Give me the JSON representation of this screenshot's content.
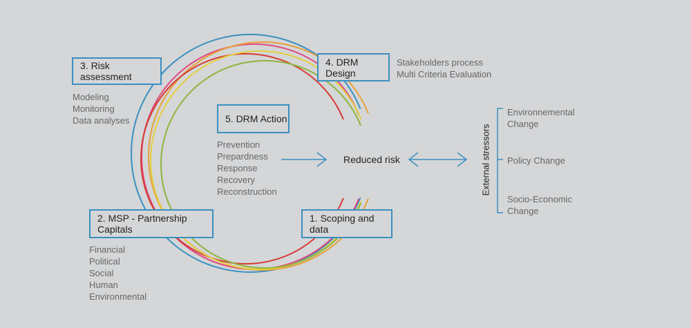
{
  "colors": {
    "box_border": "#3a8fc0",
    "arrow": "#3a8fc0",
    "rings": [
      "#3a8fc0",
      "#e0497f",
      "#e8a03a",
      "#d63a32",
      "#e3cf3e",
      "#8fb53c"
    ]
  },
  "boxes": {
    "risk_assessment": "3. Risk assessment",
    "drm_design": "4. DRM Design",
    "drm_action": "5. DRM Action",
    "msp": "2. MSP - Partnership Capitals",
    "scoping": "1. Scoping and data"
  },
  "risk_assessment_items": [
    "Modeling",
    "Monitoring",
    "Data analyses"
  ],
  "drm_design_items": [
    "Stakeholders process",
    "Multi Criteria Evaluation"
  ],
  "drm_action_items": [
    "Prevention",
    "Prepardness",
    "Response",
    "Recovery",
    "Reconstruction"
  ],
  "msp_items": [
    "Financial",
    "Political",
    "Social",
    "Human",
    "Environmental"
  ],
  "center_label": "Reduced risk",
  "stressors": {
    "title": "External stressors",
    "items": [
      {
        "line1": "Environnemental",
        "line2": "Change"
      },
      {
        "line1": "Policy Change",
        "line2": ""
      },
      {
        "line1": "Socio-Economic",
        "line2": "Change"
      }
    ]
  }
}
